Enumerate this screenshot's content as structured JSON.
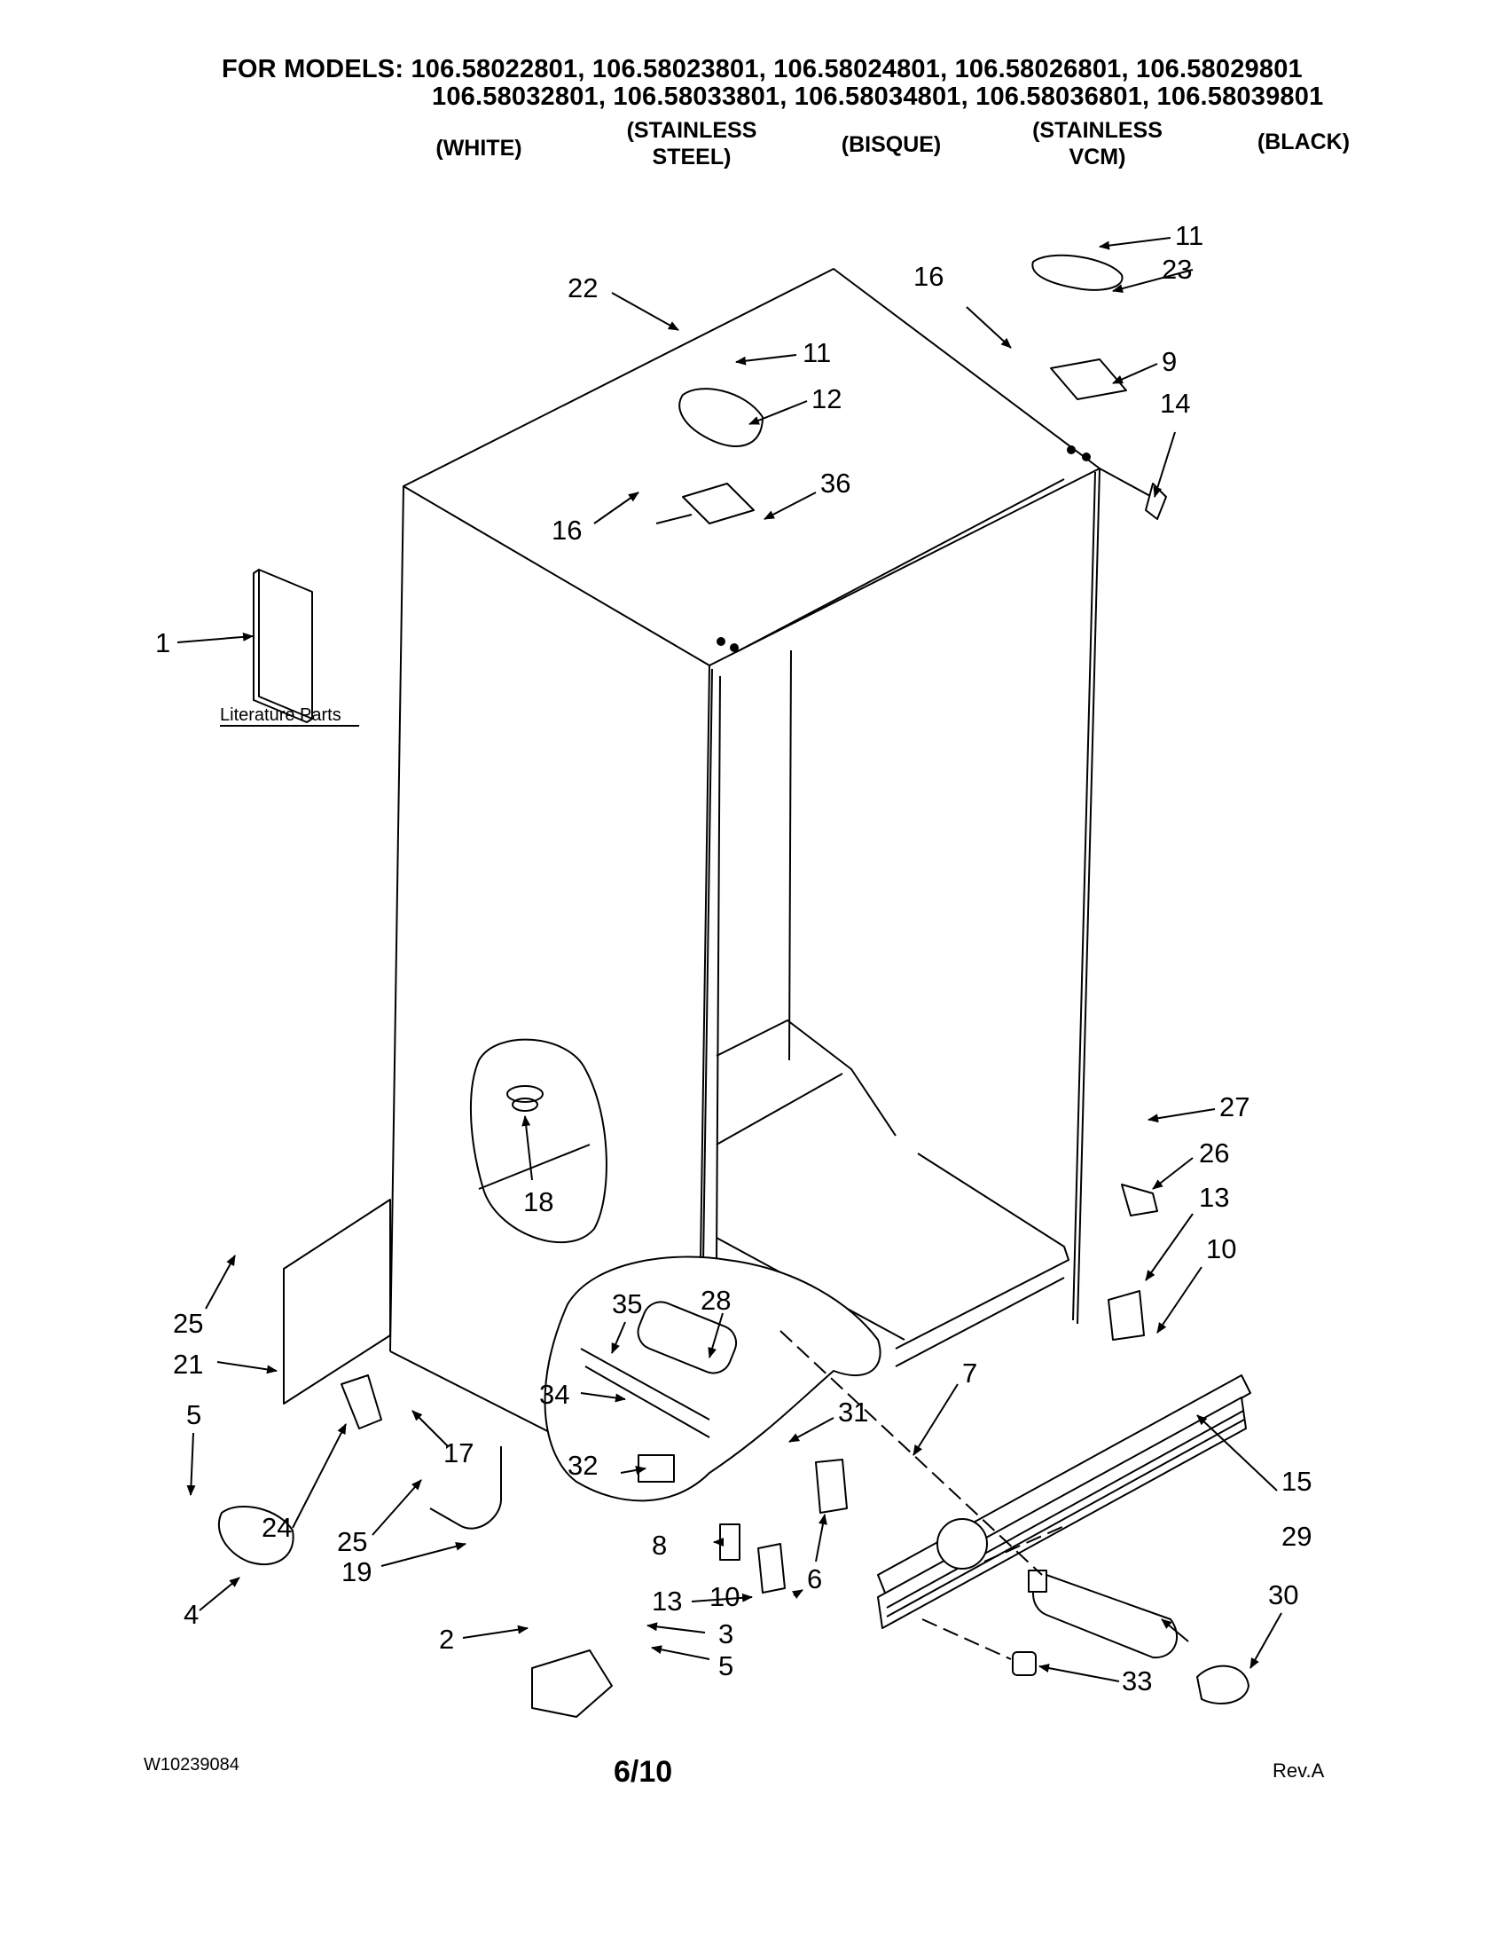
{
  "header": {
    "models_label": "FOR MODELS:",
    "models_row1": "106.58022801, 106.58023801, 106.58024801, 106.58026801, 106.58029801",
    "models_row2": "106.58032801, 106.58033801, 106.58034801, 106.58036801, 106.58039801",
    "colors": [
      {
        "line1": "(WHITE)",
        "line2": ""
      },
      {
        "line1": "(STAINLESS",
        "line2": "STEEL)"
      },
      {
        "line1": "(BISQUE)",
        "line2": ""
      },
      {
        "line1": "(STAINLESS",
        "line2": "VCM)"
      },
      {
        "line1": "(BLACK)",
        "line2": ""
      }
    ]
  },
  "literature_label": "Literature Parts",
  "callouts": [
    "1",
    "2",
    "3",
    "4",
    "5",
    "5",
    "6",
    "7",
    "8",
    "9",
    "10",
    "10",
    "11",
    "11",
    "12",
    "13",
    "13",
    "14",
    "15",
    "16",
    "16",
    "17",
    "18",
    "19",
    "21",
    "22",
    "23",
    "24",
    "25",
    "25",
    "26",
    "27",
    "28",
    "29",
    "30",
    "31",
    "32",
    "33",
    "34",
    "35",
    "36"
  ],
  "footer": {
    "doc_number": "W10239084",
    "page": "6/10",
    "revision": "Rev.A"
  }
}
